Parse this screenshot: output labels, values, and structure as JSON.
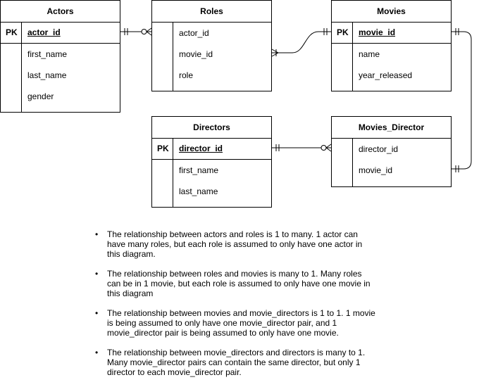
{
  "entities": {
    "actors": {
      "title": "Actors",
      "pk_marker": "PK",
      "pk_field": "actor_id",
      "fields": [
        "first_name",
        "last_name",
        "gender"
      ]
    },
    "roles": {
      "title": "Roles",
      "fields": [
        "actor_id",
        "movie_id",
        "role"
      ]
    },
    "movies": {
      "title": "Movies",
      "pk_marker": "PK",
      "pk_field": "movie_id",
      "fields": [
        "name",
        "year_released"
      ]
    },
    "directors": {
      "title": "Directors",
      "pk_marker": "PK",
      "pk_field": "director_id",
      "fields": [
        "first_name",
        "last_name"
      ]
    },
    "movies_director": {
      "title": "Movies_Director",
      "fields": [
        "director_id",
        "movie_id"
      ]
    }
  },
  "relationships": [
    {
      "from": "Actors.actor_id",
      "to": "Roles",
      "from_end": "one-and-only-one",
      "to_end": "zero-or-many"
    },
    {
      "from": "Roles.movie_id",
      "to": "Movies.movie_id",
      "from_end": "one-or-many",
      "to_end": "one-and-only-one"
    },
    {
      "from": "Movies.movie_id",
      "to": "Movies_Director.movie_id",
      "from_end": "one-and-only-one",
      "to_end": "one-and-only-one"
    },
    {
      "from": "Directors.director_id",
      "to": "Movies_Director",
      "from_end": "one-and-only-one",
      "to_end": "zero-or-many"
    }
  ],
  "notes": [
    "The relationship between actors and roles is 1 to many. 1 actor can have many roles, but each role is assumed to only have one actor in this diagram.",
    "The relationship between roles and movies is many to 1. Many roles can be in 1 movie, but each role is assumed to only have one movie in this diagram",
    "The relationship between movies and movie_directors is 1 to 1.  1 movie is being assumed to only have one movie_director pair, and 1 movie_director pair is being assumed to only have one movie.",
    "The relationship between movie_directors and directors is many to 1. Many movie_director pairs can contain the same director, but only 1 director to each movie_director pair."
  ],
  "colors": {
    "line": "#000000",
    "background": "#ffffff"
  }
}
